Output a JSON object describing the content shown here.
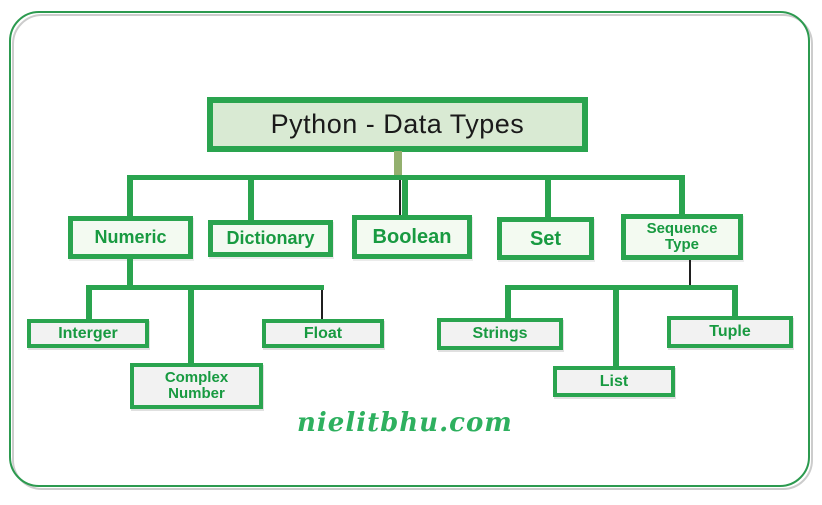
{
  "diagram": {
    "root": {
      "label": "Python - Data Types"
    },
    "children": [
      {
        "label": "Numeric",
        "children": [
          {
            "label": "Interger"
          },
          {
            "label": "Complex Number"
          },
          {
            "label": "Float"
          }
        ]
      },
      {
        "label": "Dictionary"
      },
      {
        "label": "Boolean"
      },
      {
        "label": "Set"
      },
      {
        "label": "Sequence Type",
        "children": [
          {
            "label": "Strings"
          },
          {
            "label": "List"
          },
          {
            "label": "Tuple"
          }
        ]
      }
    ]
  },
  "watermark": "nielitbhu.com",
  "colors": {
    "border_green": "#2aa44f",
    "text_green": "#189a41",
    "title_fill": "#d9ead3",
    "node_fill_green": "#f3faf1",
    "node_fill_gray": "#f2f2f2",
    "connector_olive": "#93b06e",
    "watermark_green": "#2eb05f",
    "frame_green": "#2c9a4f",
    "frame_shadow": "#cccccc"
  }
}
